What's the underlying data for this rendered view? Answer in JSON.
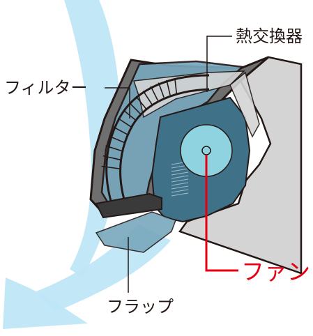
{
  "labels": {
    "heat_exchanger": "熱交換器",
    "filter": "フィルター",
    "fan": "ファン",
    "flap": "フラップ"
  },
  "colors": {
    "airflow": "#bfe6f6",
    "casing_light": "#d4d4d4",
    "casing_dark": "#6f6f6f",
    "inner_blue": "#78a7bd",
    "interior": "#3f7189",
    "fan": "#8fd3e0",
    "outline": "#231815",
    "fan_label": "#e60012"
  }
}
